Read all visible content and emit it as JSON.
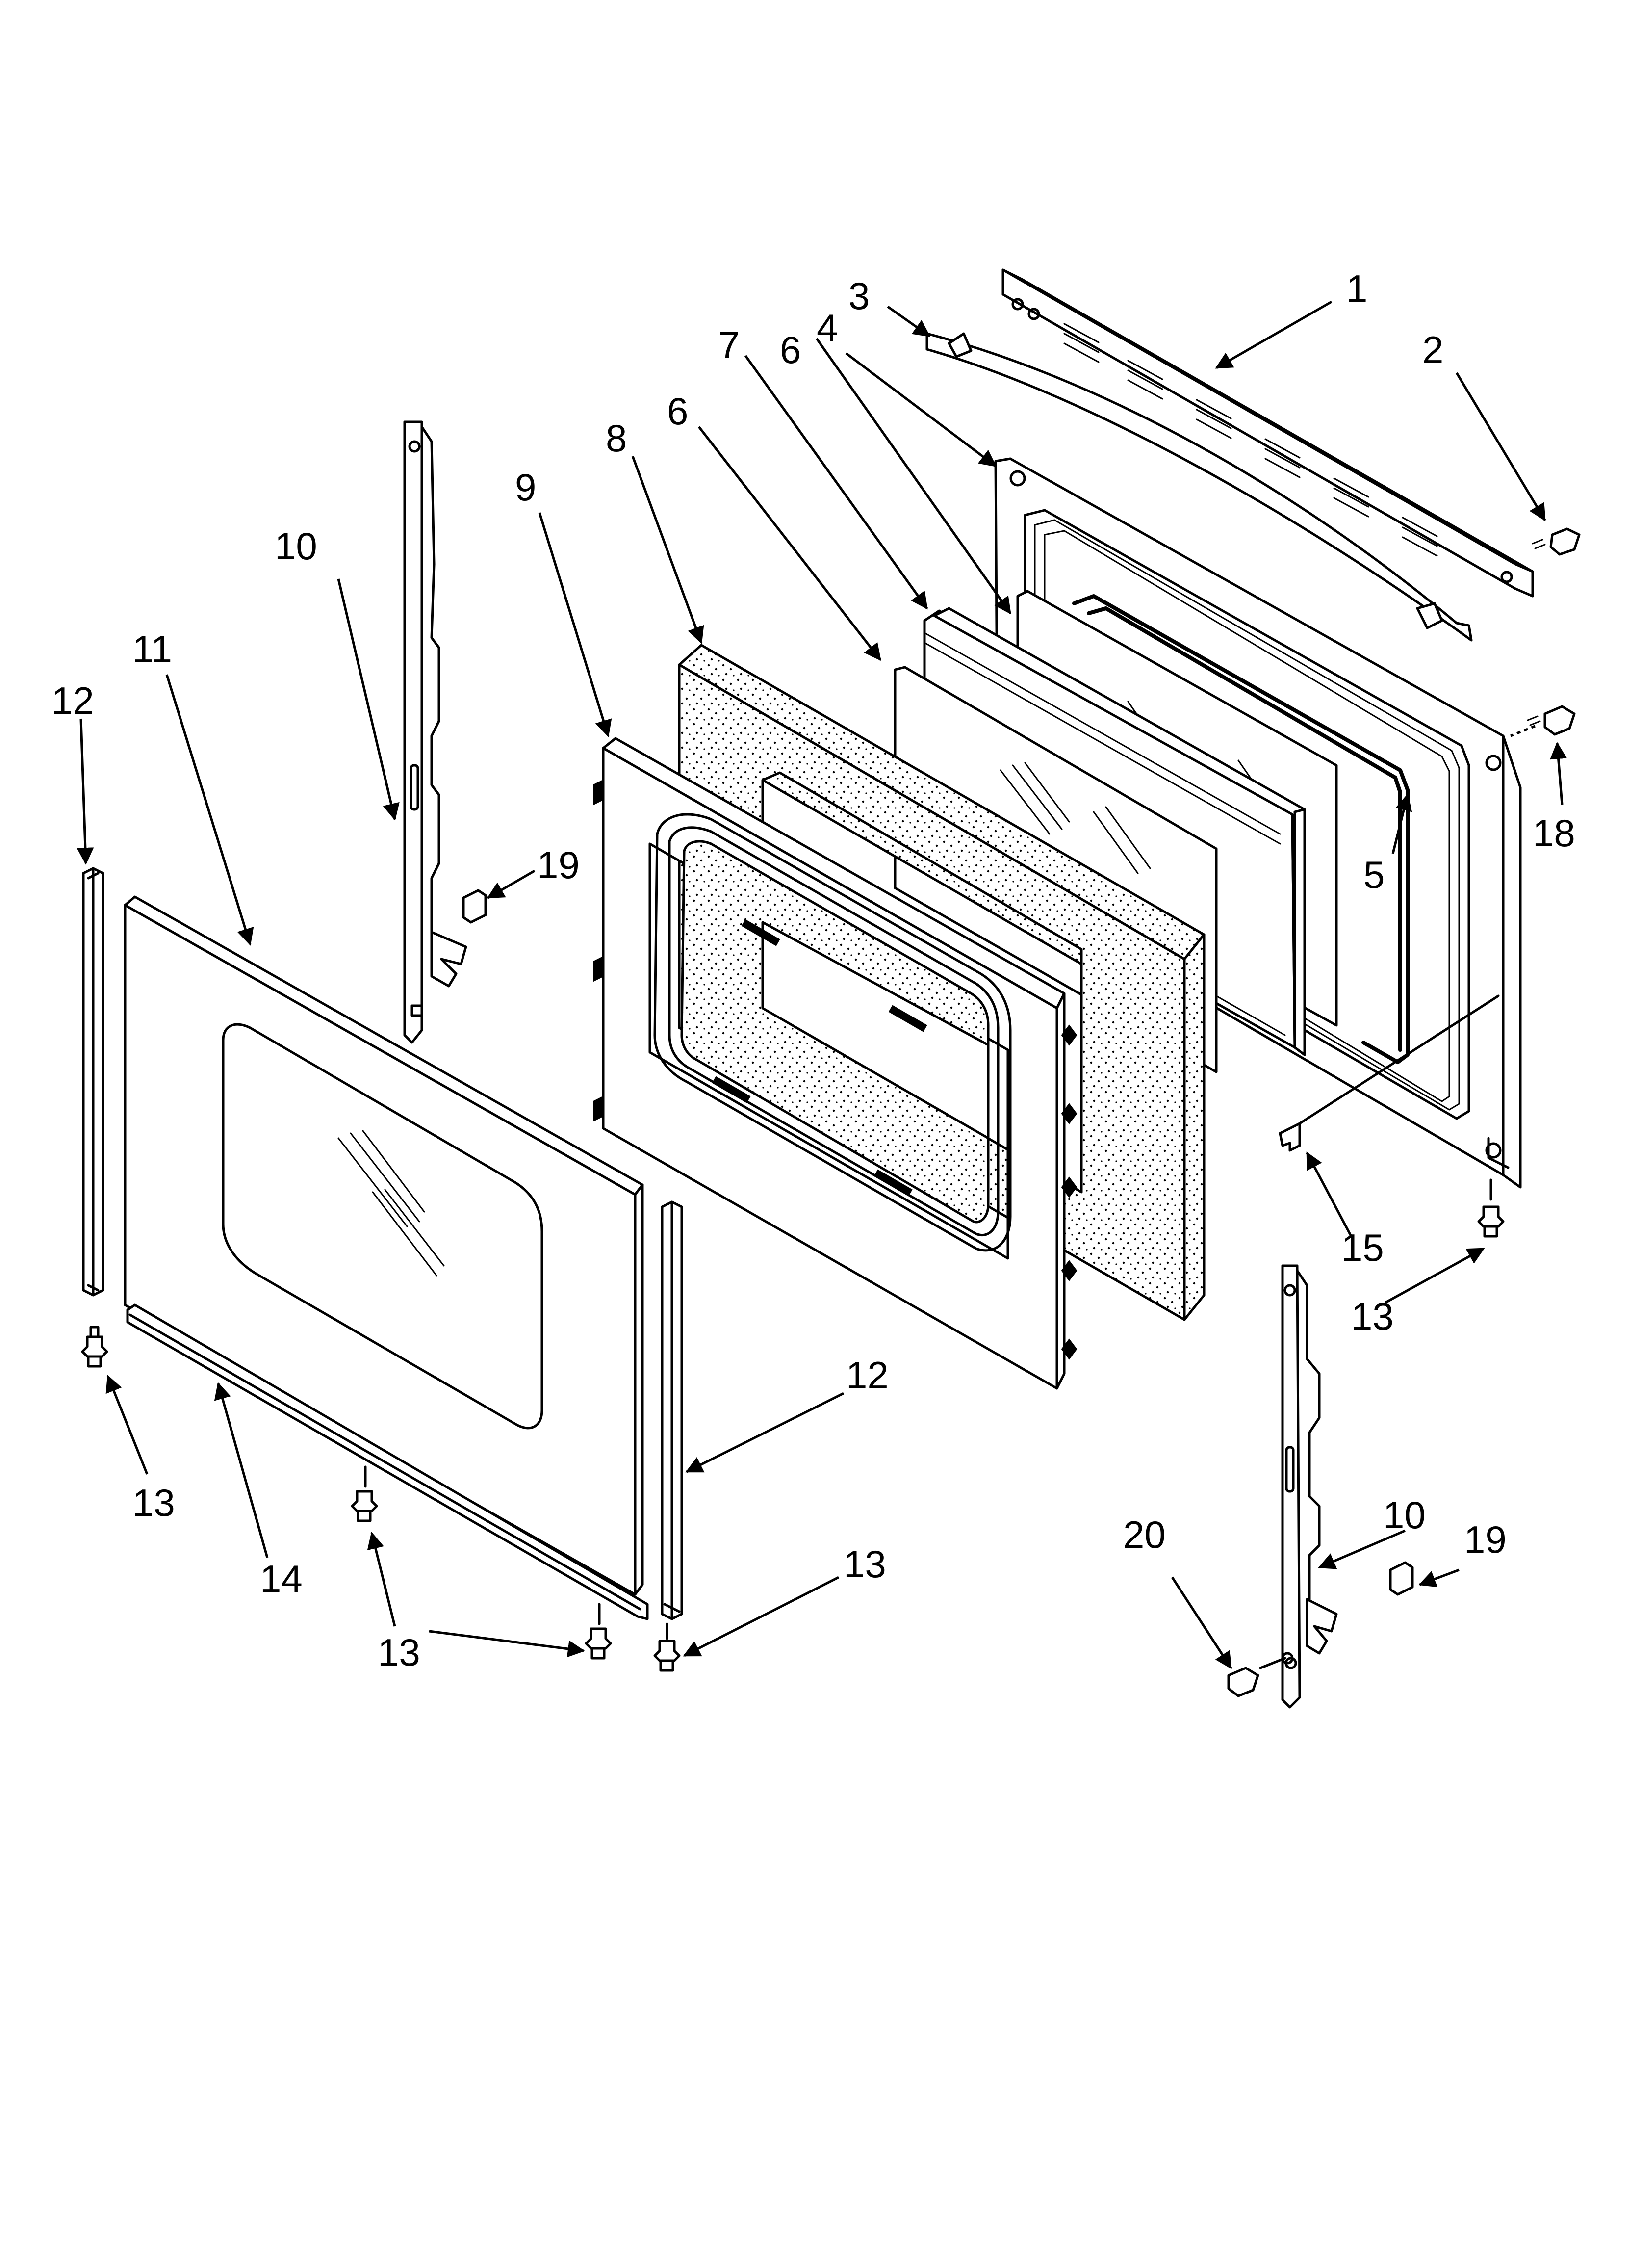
{
  "diagram": {
    "callouts": [
      {
        "id": "c1",
        "text": "1"
      },
      {
        "id": "c2",
        "text": "2"
      },
      {
        "id": "c3",
        "text": "3"
      },
      {
        "id": "c4",
        "text": "4"
      },
      {
        "id": "c5",
        "text": "5"
      },
      {
        "id": "c6a",
        "text": "6"
      },
      {
        "id": "c6b",
        "text": "6"
      },
      {
        "id": "c7",
        "text": "7"
      },
      {
        "id": "c8",
        "text": "8"
      },
      {
        "id": "c9",
        "text": "9"
      },
      {
        "id": "c10a",
        "text": "10"
      },
      {
        "id": "c10b",
        "text": "10"
      },
      {
        "id": "c11",
        "text": "11"
      },
      {
        "id": "c12a",
        "text": "12"
      },
      {
        "id": "c12b",
        "text": "12"
      },
      {
        "id": "c13a",
        "text": "13"
      },
      {
        "id": "c13b",
        "text": "13"
      },
      {
        "id": "c13c",
        "text": "13"
      },
      {
        "id": "c13d",
        "text": "13"
      },
      {
        "id": "c14",
        "text": "14"
      },
      {
        "id": "c15",
        "text": "15"
      },
      {
        "id": "c18",
        "text": "18"
      },
      {
        "id": "c19a",
        "text": "19"
      },
      {
        "id": "c19b",
        "text": "19"
      },
      {
        "id": "c20",
        "text": "20"
      }
    ]
  }
}
